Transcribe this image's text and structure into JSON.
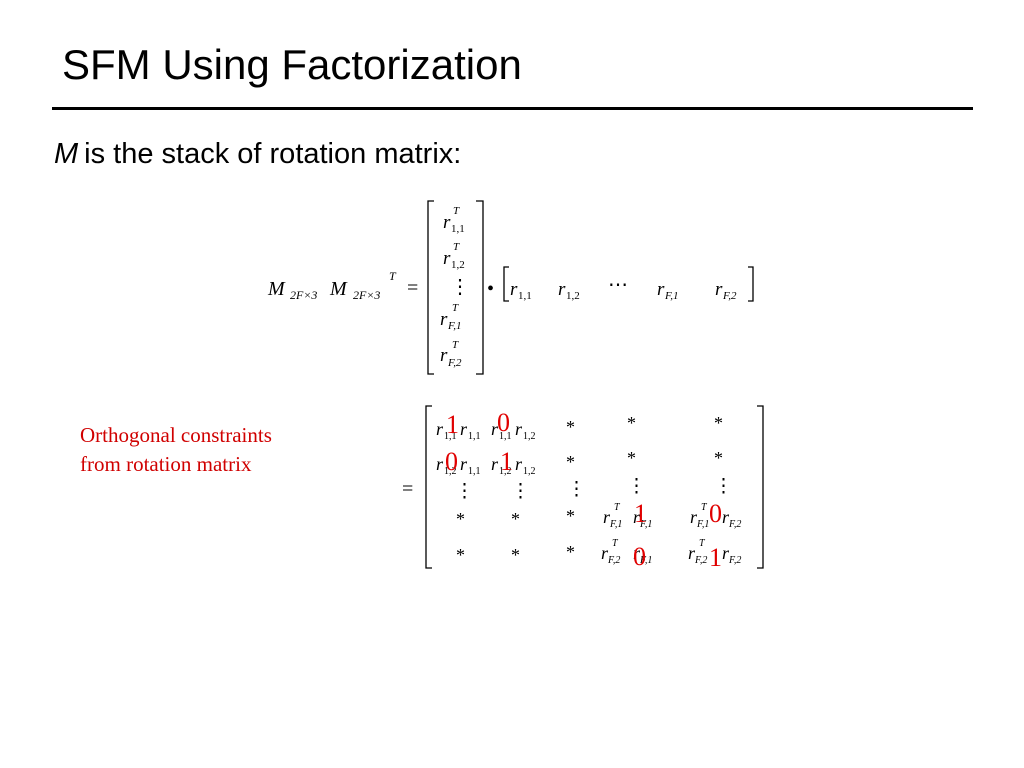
{
  "slide": {
    "title": "SFM Using Factorization",
    "subtitle_var": "M",
    "subtitle_rest": "is the stack of rotation matrix:",
    "note_lines": [
      "Orthogonal constraints",
      "from rotation matrix"
    ]
  },
  "equation": {
    "lhs_symbol": "M",
    "lhs_sub": "2F×3",
    "transpose": "T",
    "equals": "=",
    "dot": "•",
    "vdots": "⋮",
    "cdots": "⋯",
    "star": "*",
    "r": "r",
    "col_subs": [
      "1,1",
      "1,2",
      "F,1",
      "F,2"
    ],
    "row_subs": [
      "1,1",
      "1,2",
      "F,1",
      "F,2"
    ],
    "ortho_ones": "1",
    "ortho_zeros": "0"
  },
  "colors": {
    "note": "#d00000",
    "constraint": "#e00000",
    "text": "#000000"
  }
}
